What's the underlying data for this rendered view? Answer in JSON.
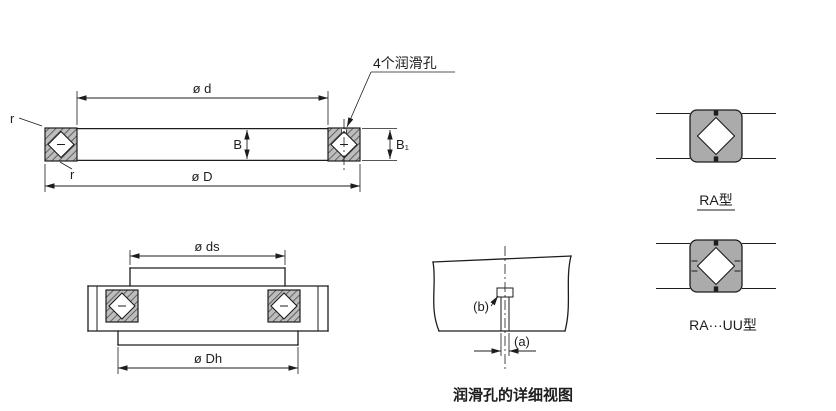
{
  "colors": {
    "line": "#1d1d1d",
    "section_fill": "#bdbdbd",
    "symbol_fill": "#ababab",
    "background": "#ffffff"
  },
  "main_drawing": {
    "bore_dim": "ø d",
    "outer_dim": "ø D",
    "width_dim": "B",
    "width1_dim": "B₁",
    "fillet_top": "r",
    "fillet_bottom": "r",
    "lube_callout": "4个润滑孔"
  },
  "mount_drawing": {
    "shaft_dim": "ø ds",
    "housing_dim": "ø Dh"
  },
  "detail_view": {
    "dim_a": "(a)",
    "dim_b": "(b)",
    "caption": "润滑孔的详细视图"
  },
  "type_symbols": {
    "ra_label": "RA型",
    "rauu_label": "RA···UU型"
  }
}
